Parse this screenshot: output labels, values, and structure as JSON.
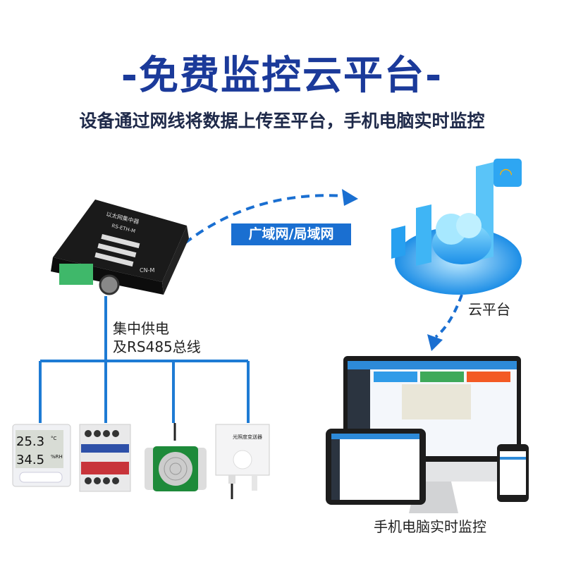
{
  "header": {
    "title": "-免费监控云平台-",
    "subtitle": "设备通过网线将数据上传至平台，手机电脑实时监控"
  },
  "network_label": "广域网/局域网",
  "cloud_label": "云平台",
  "power_label_1": "集中供电",
  "power_label_2": "及RS485总线",
  "monitor_caption": "手机电脑实时监控",
  "concentrator": {
    "name": "以太网集中器",
    "model": "RS-ETH-M",
    "port": "CN-M"
  },
  "sensors": {
    "temp_humidity": {
      "temp": "25.3",
      "temp_unit": "°C",
      "humidity": "34.5",
      "humidity_unit": "%RH"
    },
    "light_sensor_name": "光照度变送器"
  },
  "colors": {
    "title": "#1b3a9a",
    "accent": "#1a6fd1",
    "bus_line": "#1e7bd4"
  }
}
